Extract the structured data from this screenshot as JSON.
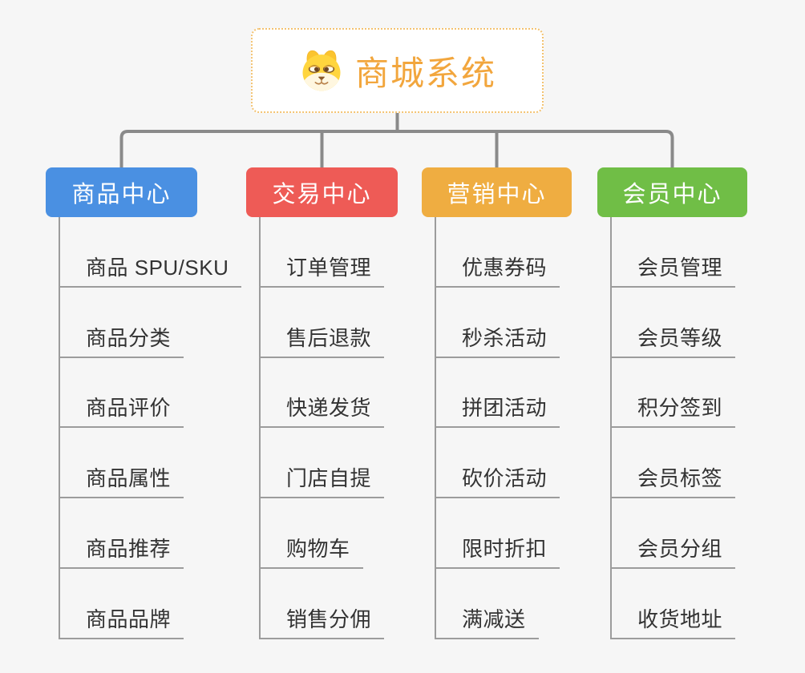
{
  "root": {
    "title": "商城系统",
    "icon": "dog-face-icon",
    "title_color": "#f2a63d",
    "border_color": "#f3c270"
  },
  "connector_color": "#8a8a8a",
  "sub_line_color": "#9c9c9c",
  "sub_text_color": "#333333",
  "branches": [
    {
      "label": "商品中心",
      "color": "#4a90e2",
      "items": [
        "商品 SPU/SKU",
        "商品分类",
        "商品评价",
        "商品属性",
        "商品推荐",
        "商品品牌"
      ]
    },
    {
      "label": "交易中心",
      "color": "#ee5b56",
      "items": [
        "订单管理",
        "售后退款",
        "快递发货",
        "门店自提",
        "购物车",
        "销售分佣"
      ]
    },
    {
      "label": "营销中心",
      "color": "#efad41",
      "items": [
        "优惠券码",
        "秒杀活动",
        "拼团活动",
        "砍价活动",
        "限时折扣",
        "满减送"
      ]
    },
    {
      "label": "会员中心",
      "color": "#70be46",
      "items": [
        "会员管理",
        "会员等级",
        "积分签到",
        "会员标签",
        "会员分组",
        "收货地址"
      ]
    }
  ]
}
